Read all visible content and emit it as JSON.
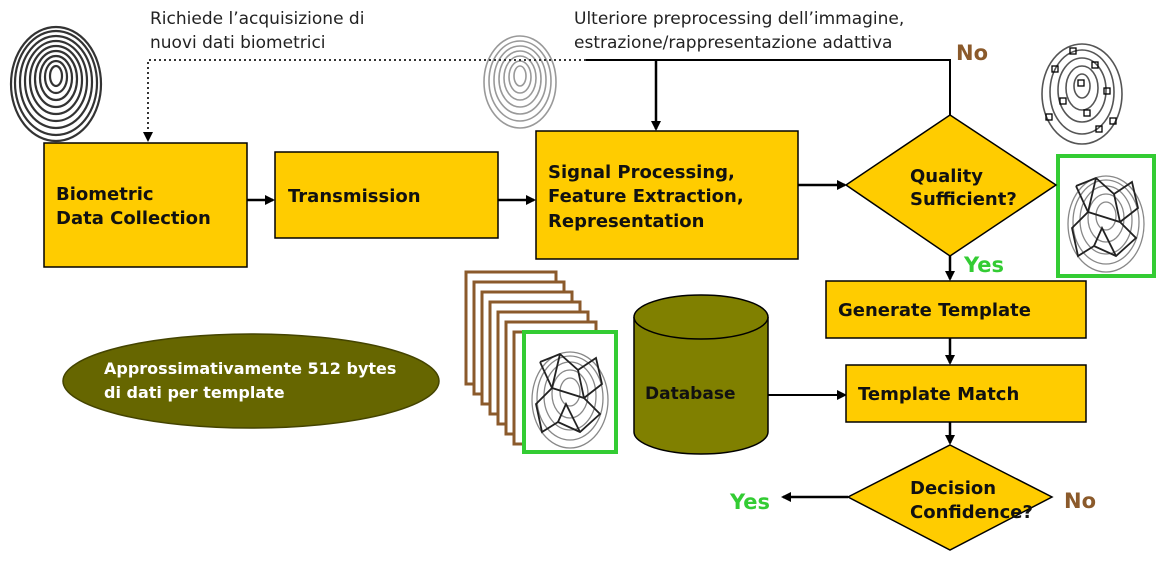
{
  "notes": {
    "left_line1": "Richiede l’acquisizione di",
    "left_line2": "nuovi dati biometrici",
    "right_line1": "Ulteriore preprocessing dell’immagine,",
    "right_line2": "estrazione/rappresentazione adattiva"
  },
  "boxes": {
    "collection_line1": "Biometric",
    "collection_line2": "Data Collection",
    "transmission": "Transmission",
    "processing_line1": "Signal Processing,",
    "processing_line2": "Feature Extraction,",
    "processing_line3": "Representation",
    "generate_template": "Generate Template",
    "template_match": "Template Match"
  },
  "decisions": {
    "quality_line1": "Quality",
    "quality_line2": "Sufficient?",
    "confidence_line1": "Decision",
    "confidence_line2": "Confidence?"
  },
  "branches": {
    "quality_no": "No",
    "quality_yes": "Yes",
    "confidence_yes": "Yes",
    "confidence_no": "No"
  },
  "database_label": "Database",
  "template_size_line1": "Approssimativamente 512 bytes",
  "template_size_line2": "di dati per template",
  "colors": {
    "box_fill": "#ffcc00",
    "ellipse_fill": "#666600",
    "database_fill": "#808000",
    "highlight_border": "#33cc33",
    "yes_color": "#33cc33",
    "no_color": "#8b5a2b",
    "card_border": "#8b5a2b"
  },
  "icons": [
    "fingerprint-image",
    "fingerprint-minutiae-image",
    "fingerprint-template-image"
  ]
}
